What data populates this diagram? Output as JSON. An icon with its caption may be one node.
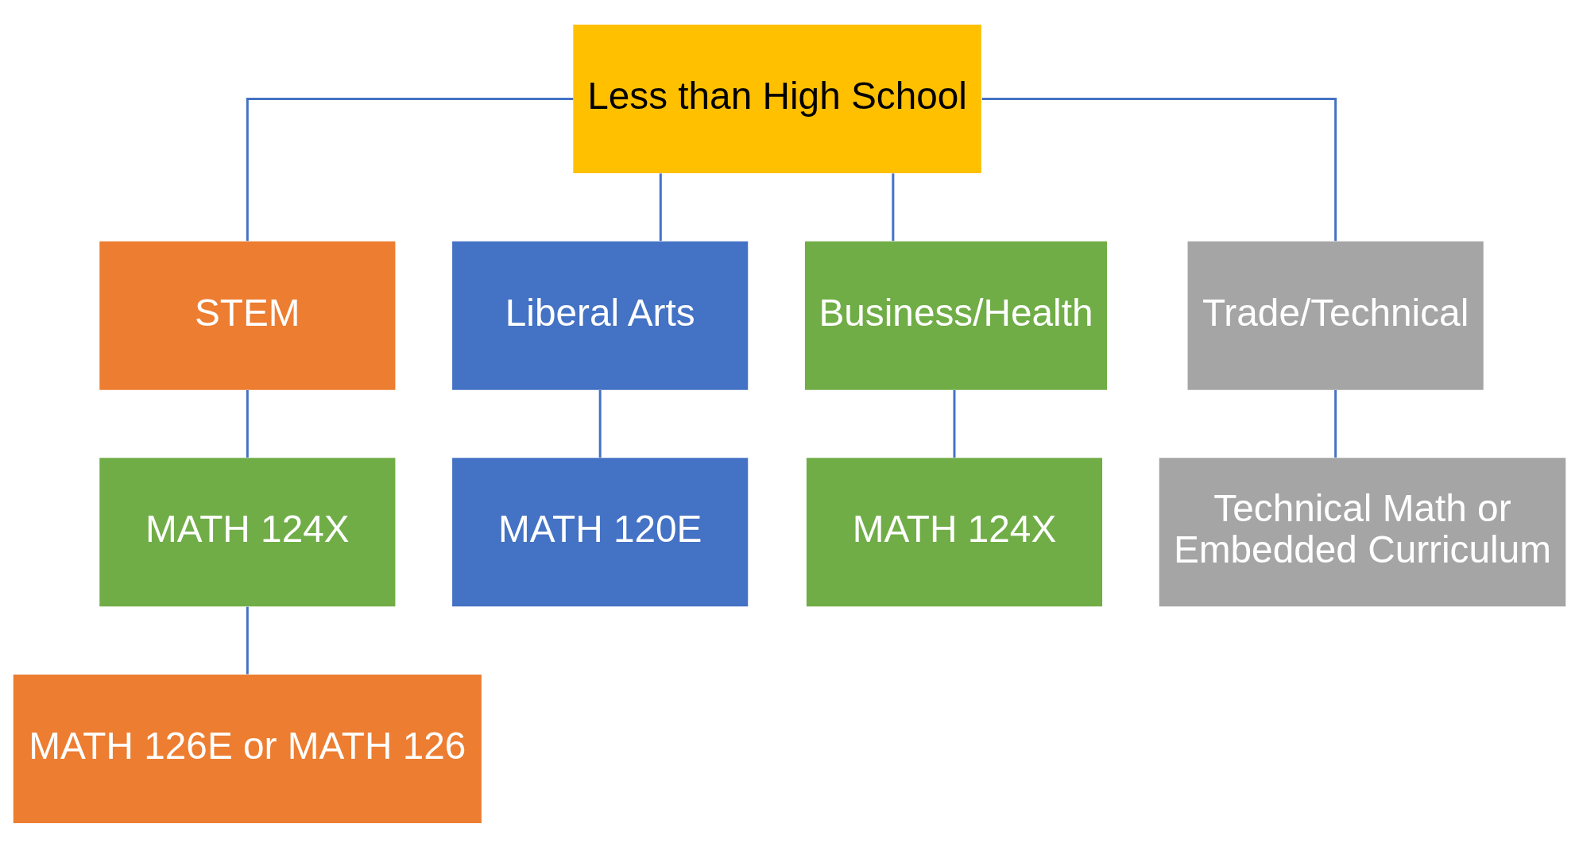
{
  "diagram": {
    "nodes": [
      {
        "text": [
          "Less than High School"
        ]
      },
      {
        "text": [
          "STEM"
        ]
      },
      {
        "text": [
          "Liberal Arts"
        ]
      },
      {
        "text": [
          "Business/Health"
        ]
      },
      {
        "text": [
          "Trade/Technical"
        ]
      },
      {
        "text": [
          "MATH 124X"
        ]
      },
      {
        "text": [
          "MATH 120E"
        ]
      },
      {
        "text": [
          "MATH 124X"
        ]
      },
      {
        "text": [
          "Technical Math or Embedded Curriculum"
        ]
      },
      {
        "text": [
          "MATH 126E or MATH 126"
        ]
      }
    ],
    "edges": [
      {
        "from": 0,
        "to": 1,
        "arrow": "none"
      },
      {
        "from": 0,
        "to": 2,
        "arrow": "none"
      },
      {
        "from": 0,
        "to": 3,
        "arrow": "none"
      },
      {
        "from": 0,
        "to": 4,
        "arrow": "none"
      },
      {
        "from": 1,
        "to": 5,
        "arrow": "none"
      },
      {
        "from": 2,
        "to": 6,
        "arrow": "none"
      },
      {
        "from": 3,
        "to": 7,
        "arrow": "none"
      },
      {
        "from": 4,
        "to": 8,
        "arrow": "none"
      },
      {
        "from": 5,
        "to": 9,
        "arrow": "none"
      }
    ]
  }
}
